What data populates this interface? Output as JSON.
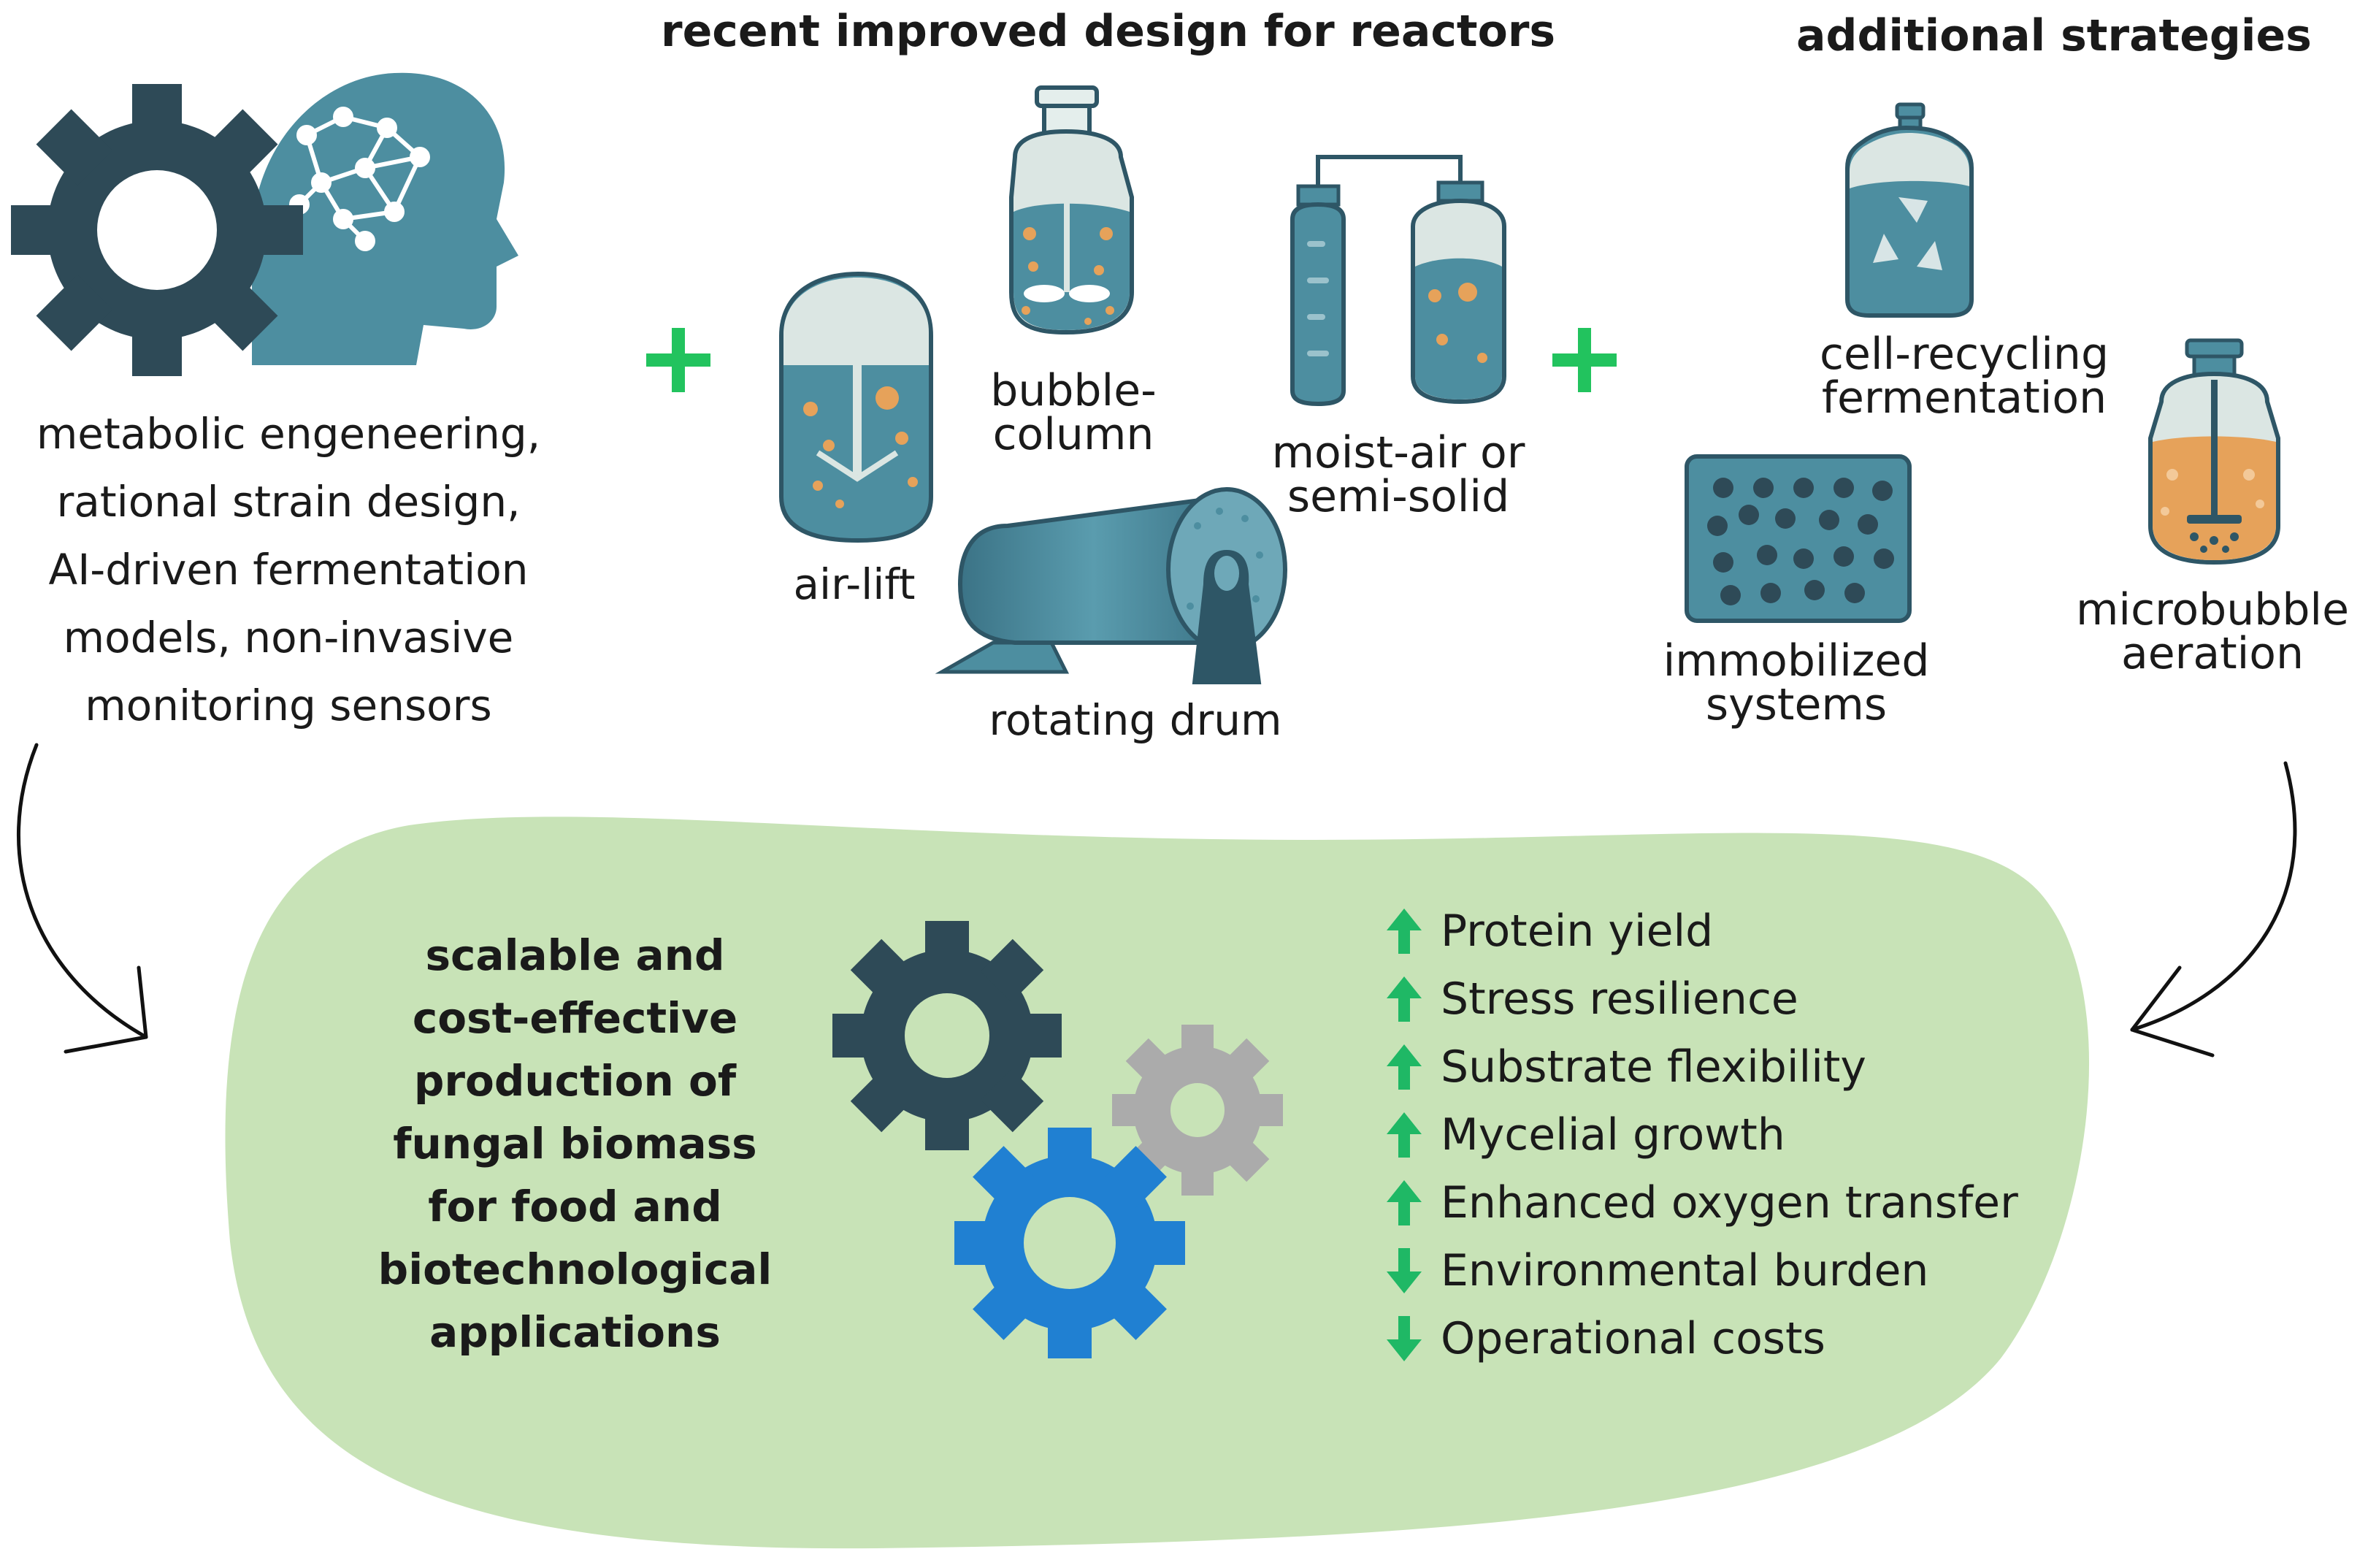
{
  "headers": {
    "reactors": "recent improved design for reactors",
    "strategies": "additional strategies"
  },
  "left_block": {
    "lines": [
      "metabolic engeneering,",
      "rational strain design,",
      "AI-driven fermentation",
      "models, non-invasive",
      "monitoring sensors"
    ]
  },
  "reactors": {
    "air_lift": "air-lift",
    "bubble_column": [
      "bubble-",
      "column"
    ],
    "moist_air": [
      "moist-air or",
      "semi-solid"
    ],
    "rotating_drum": "rotating drum"
  },
  "strategies": {
    "cell_recycling": [
      "cell-recycling",
      "fermentation"
    ],
    "immobilized": [
      "immobilized",
      "systems"
    ],
    "microbubble": [
      "microbubble",
      "aeration"
    ]
  },
  "plus_symbol": "+",
  "outcome": {
    "lines": [
      "scalable and",
      "cost-effective",
      "production of",
      "fungal biomass",
      "for food and",
      "biotechnological",
      "applications"
    ]
  },
  "benefits": [
    {
      "label": "Protein yield",
      "direction": "up"
    },
    {
      "label": "Stress resilience",
      "direction": "up"
    },
    {
      "label": "Substrate flexibility",
      "direction": "up"
    },
    {
      "label": "Mycelial growth",
      "direction": "up"
    },
    {
      "label": "Enhanced oxygen transfer",
      "direction": "up"
    },
    {
      "label": "Environmental burden",
      "direction": "down"
    },
    {
      "label": "Operational costs",
      "direction": "down"
    }
  ],
  "colors": {
    "blob": "#c8e3b7",
    "plus": "#22c35e",
    "arrow_green": "#1fb865",
    "gear_dark": "#2e4a57",
    "gear_grey": "#ababab",
    "gear_blue": "#2080d2",
    "teal": "#4d8ea0",
    "liquid_orange": "#e6a25a"
  }
}
